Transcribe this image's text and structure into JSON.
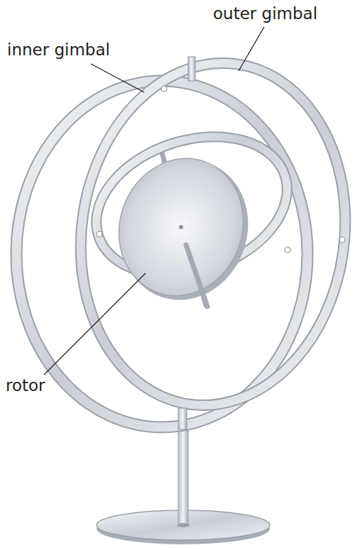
{
  "diagram": {
    "labels": [
      "outer gimbal",
      "inner gimbal",
      "rotor"
    ]
  }
}
